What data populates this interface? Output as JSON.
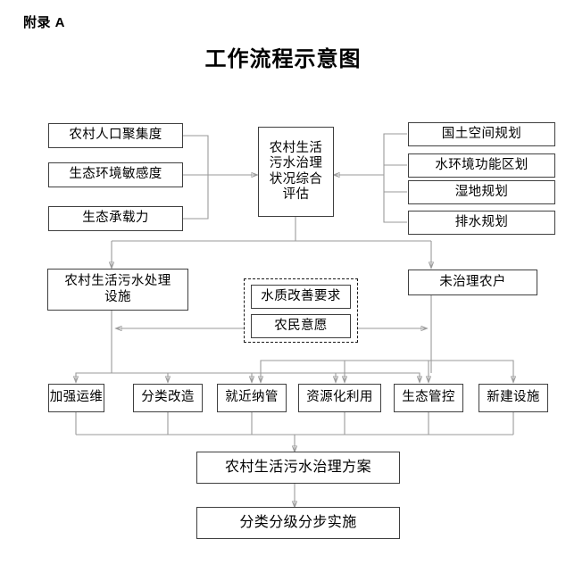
{
  "header": {
    "appendix_label": "附录 A",
    "title": "工作流程示意图"
  },
  "diagram": {
    "type": "flowchart",
    "orientation": "top-to-bottom",
    "inputs_left": [
      {
        "id": "pop-density",
        "label": "农村人口聚集度"
      },
      {
        "id": "eco-sensitivity",
        "label": "生态环境敏感度"
      },
      {
        "id": "eco-capacity",
        "label": "生态承载力"
      }
    ],
    "assessment": {
      "id": "assessment",
      "label": "农村生活\n污水治理\n状况综合\n评估"
    },
    "inputs_right": [
      {
        "id": "land-plan",
        "label": "国土空间规划"
      },
      {
        "id": "water-func-plan",
        "label": "水环境功能区划"
      },
      {
        "id": "wetland-plan",
        "label": "湿地规划"
      },
      {
        "id": "drainage-plan",
        "label": "排水规划"
      }
    ],
    "mid_left": {
      "id": "facilities",
      "label": "农村生活污水处理\n设施"
    },
    "mid_right": {
      "id": "untreated",
      "label": "未治理农户"
    },
    "dashed_group": {
      "id": "demand-group",
      "items": [
        {
          "id": "water-quality-req",
          "label": "水质改善要求"
        },
        {
          "id": "farmer-will",
          "label": "农民意愿"
        }
      ]
    },
    "measures": [
      {
        "id": "ops-maintenance",
        "label": "加强运维"
      },
      {
        "id": "classified-retrofit",
        "label": "分类改造"
      },
      {
        "id": "nearby-connection",
        "label": "就近纳管"
      },
      {
        "id": "resource-utilization",
        "label": "资源化利用"
      },
      {
        "id": "eco-control",
        "label": "生态管控"
      },
      {
        "id": "new-facilities",
        "label": "新建设施"
      }
    ],
    "outcome": {
      "id": "plan",
      "label": "农村生活污水治理方案"
    },
    "final": {
      "id": "implementation",
      "label": "分类分级分步实施"
    },
    "colors": {
      "box_border": "#3f3f3f",
      "wire": "#9a9a9a",
      "dashed_border": "#1a1a1a",
      "background": "#ffffff",
      "text": "#000000"
    }
  }
}
